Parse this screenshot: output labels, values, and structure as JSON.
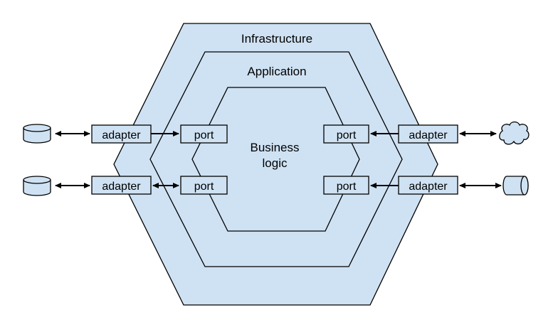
{
  "colors": {
    "fill": "#cfe2f3",
    "stroke": "#000000",
    "background": "#ffffff"
  },
  "layers": {
    "infrastructure": "Infrastructure",
    "application": "Application",
    "business_logic": [
      "Business",
      "logic"
    ]
  },
  "components": {
    "adapter_label": "adapter",
    "port_label": "port"
  },
  "external": {
    "left_top": "database-icon",
    "left_bottom": "database-icon",
    "right_top": "cloud-icon",
    "right_bottom": "queue-icon"
  }
}
